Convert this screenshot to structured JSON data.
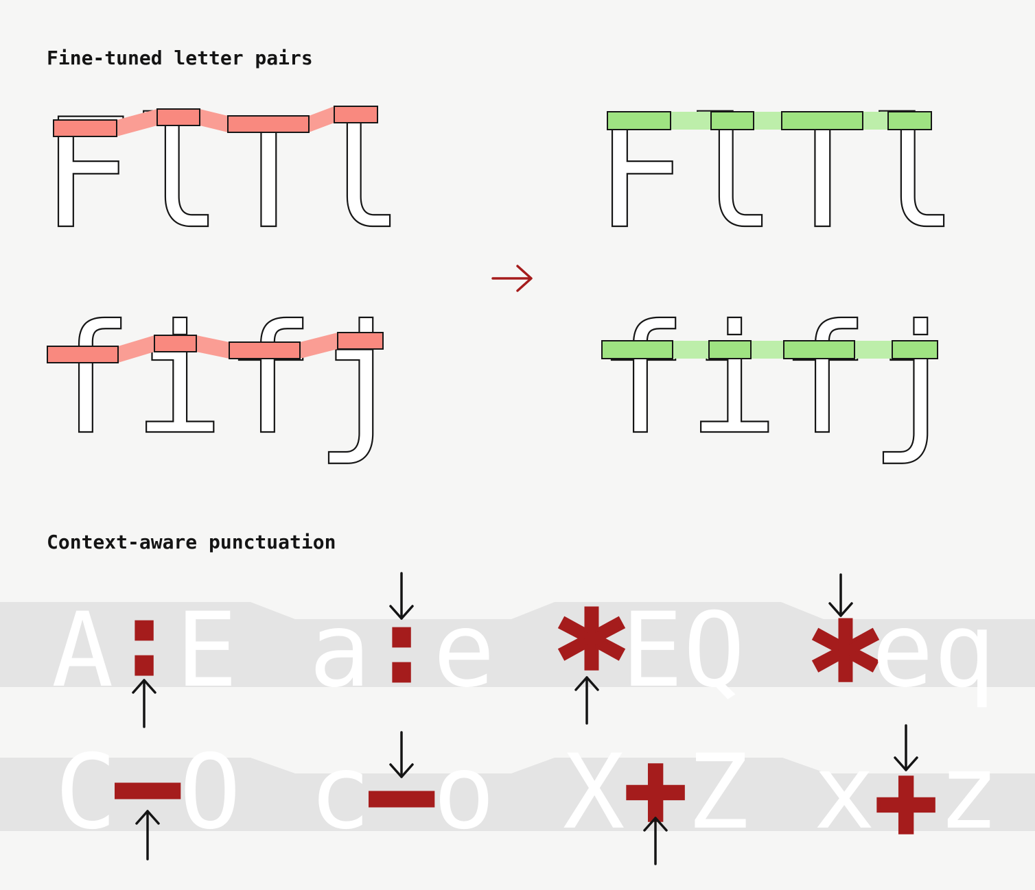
{
  "titles": {
    "section1": "Fine-tuned letter pairs",
    "section2": "Context-aware punctuation"
  },
  "letter_pairs": {
    "top": [
      "F",
      "l",
      "T",
      "l"
    ],
    "bottom": [
      "f",
      "i",
      "f",
      "j"
    ]
  },
  "punctuation": {
    "row1": [
      {
        "pre": "A",
        "mark": ":",
        "post": "E",
        "arrow": "up"
      },
      {
        "pre": "a",
        "mark": ":",
        "post": "e",
        "arrow": "down"
      },
      {
        "pre": "",
        "mark": "*",
        "post": "EQ",
        "arrow": "up"
      },
      {
        "pre": "",
        "mark": "*",
        "post": "eq",
        "arrow": "down"
      }
    ],
    "row2": [
      {
        "pre": "C",
        "mark": "–",
        "post": "O",
        "arrow": "up"
      },
      {
        "pre": "c",
        "mark": "–",
        "post": "o",
        "arrow": "down"
      },
      {
        "pre": "X",
        "mark": "+",
        "post": "Z",
        "arrow": "up"
      },
      {
        "pre": "x",
        "mark": "+",
        "post": "z",
        "arrow": "down"
      }
    ]
  },
  "colors": {
    "background": "#f6f6f5",
    "highlight_red": "#f9897f",
    "highlight_red_connector": "#fa9d94",
    "highlight_green": "#9fe382",
    "highlight_green_connector": "#bdeeaa",
    "accent_red": "#a51c1c",
    "band_gray": "#e4e4e4",
    "letter_outline": "#161616",
    "letter_fill": "#ffffff"
  }
}
